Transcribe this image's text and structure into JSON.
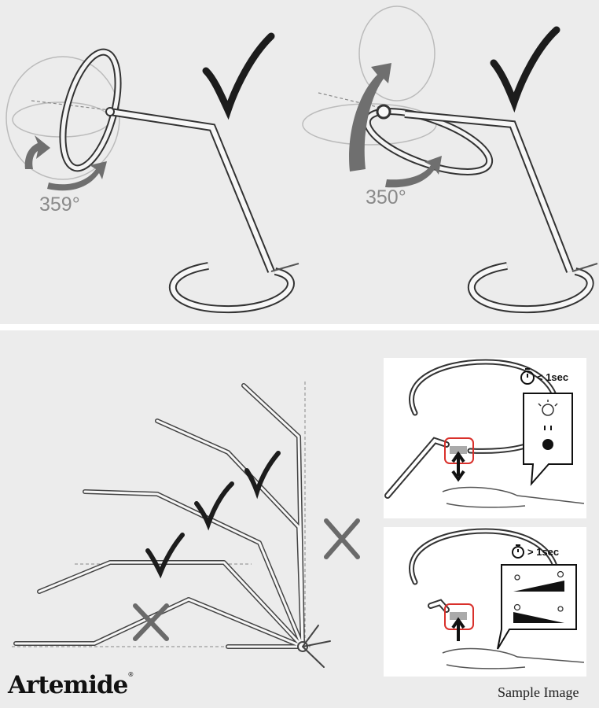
{
  "top": {
    "left_angle": "359°",
    "right_angle": "350°"
  },
  "bottom": {
    "touch_short": "< 1sec",
    "touch_long": "> 1sec"
  },
  "footer": {
    "brand": "Artemide",
    "registered": "®",
    "caption": "Sample Image"
  },
  "colors": {
    "background": "#ececec",
    "lamp_outline": "#333333",
    "arrow": "#6f6f6f",
    "highlight": "#d9302b",
    "check": "#1c1c1c",
    "cross": "#6a6a6a"
  },
  "icons": [
    "checkmark-icon",
    "cross-icon",
    "rotation-arrow-icon",
    "stopwatch-icon",
    "bulb-icon",
    "hand-icon"
  ]
}
